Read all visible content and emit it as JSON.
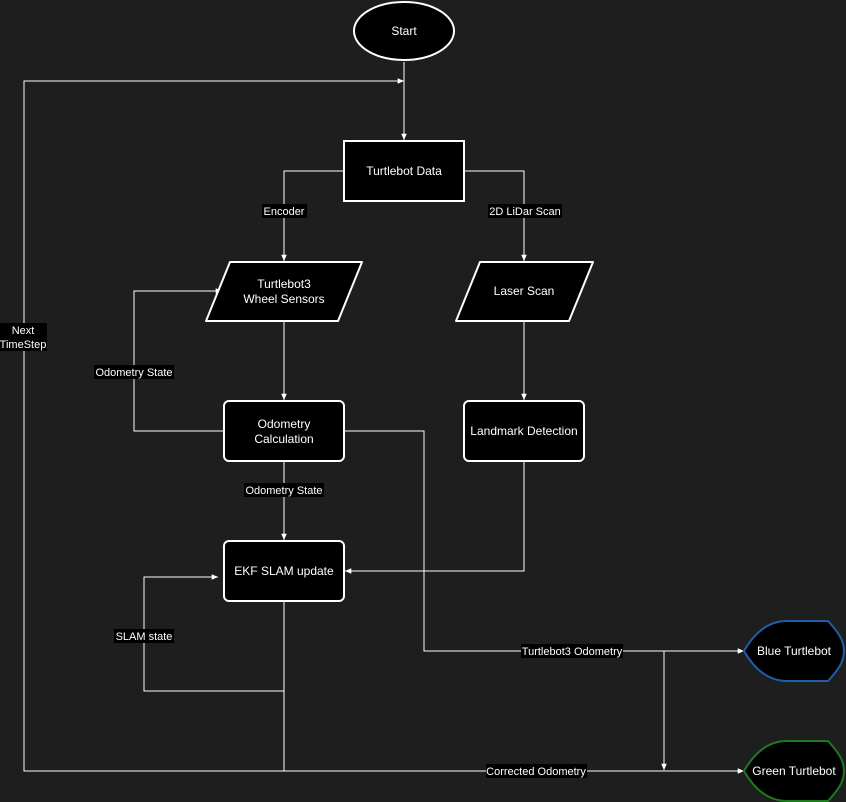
{
  "nodes": {
    "start": "Start",
    "turtlebot_data": "Turtlebot Data",
    "wheel_sensors_line1": "Turtlebot3",
    "wheel_sensors_line2": "Wheel Sensors",
    "laser_scan": "Laser Scan",
    "odometry_calc_line1": "Odometry",
    "odometry_calc_line2": "Calculation",
    "landmark_detection": "Landmark Detection",
    "ekf_update": "EKF SLAM update",
    "blue_turtlebot": "Blue Turtlebot",
    "green_turtlebot": "Green Turtlebot"
  },
  "edges": {
    "encoder": "Encoder",
    "lidar": "2D LiDar Scan",
    "odometry_state_loop": "Odometry State",
    "odometry_state": "Odometry State",
    "slam_state": "SLAM state",
    "next_timestep_line1": "Next",
    "next_timestep_line2": "TimeStep",
    "turtlebot3_odometry": "Turtlebot3 Odometry",
    "corrected_odometry": "Corrected Odometry"
  },
  "colors": {
    "background": "#1e1e1e",
    "node_fill": "#000000",
    "stroke": "#ffffff",
    "blue_outline": "#1f5fa8",
    "green_outline": "#1d7a1d"
  }
}
